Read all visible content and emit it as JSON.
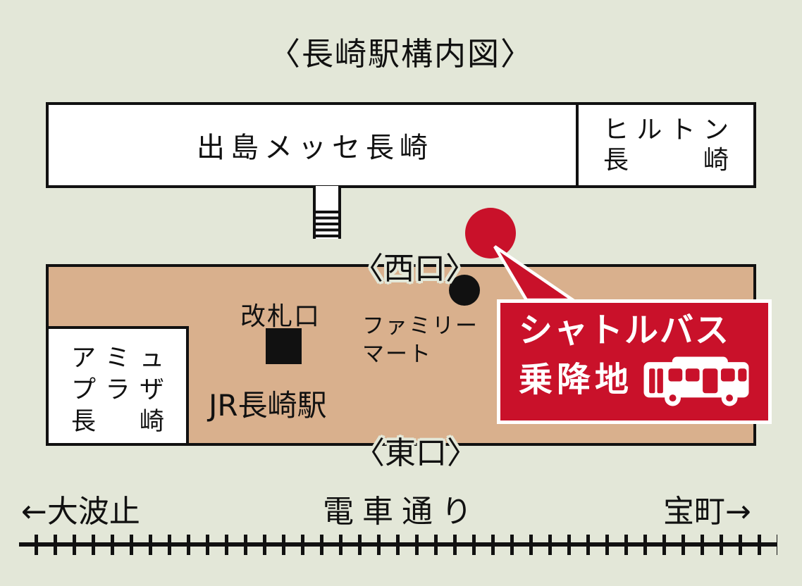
{
  "title": "〈長崎駅構内図〉",
  "colors": {
    "background": "#e3e7d8",
    "station_fill": "#d9b08d",
    "accent_red": "#c9112a",
    "line_black": "#111111",
    "white": "#ffffff"
  },
  "buildings": {
    "dejima_messe": "出島メッセ長崎",
    "hilton": {
      "line1": "ヒルトン",
      "line2": "長崎"
    },
    "amu_plaza": {
      "line1": "アミュ",
      "line2": "プラザ",
      "line3": "長崎"
    }
  },
  "station": {
    "west_exit": "〈西口〉",
    "east_exit": "〈東口〉",
    "ticket_gate": "改札口",
    "jr_station": "JR長崎駅",
    "familymart": {
      "line1": "ファミリー",
      "line2": "マート"
    }
  },
  "callout": {
    "line1": "シャトルバス",
    "line2": "乗降地",
    "icon": "bus-icon"
  },
  "street": {
    "left": "←大波止",
    "center": "電車通り",
    "right": "宝町→"
  }
}
